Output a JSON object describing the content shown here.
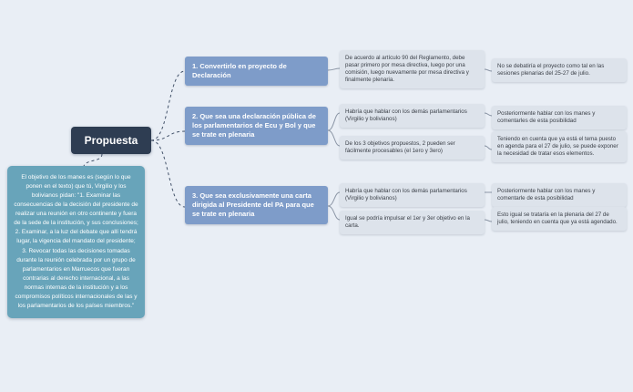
{
  "root": {
    "label": "Propuesta"
  },
  "note": {
    "text": "El objetivo de los manes es (según lo que ponen en el texto) que tú, Virgilio y los bolivianos pidan: \"1. Examinar las consecuencias de la decisión del presidente de realizar una reunión en otro continente y fuera de la sede de la institución, y sus conclusiones;\n2. Examinar, a la luz del debate que allí tendrá lugar, la vigencia del mandato del presidente;\n3. Revocar todas las decisiones tomadas durante la reunión celebrada por un grupo de parlamentarios en Marruecos que fueran contrarias al derecho internacional, a las normas internas de la institución y a los compromisos políticos internacionales de las y los parlamentarios de los países miembros.\""
  },
  "branches": [
    {
      "label": "1. Convertirlo en proyecto de Declaración",
      "children": [
        {
          "text": "De acuerdo al artículo 90 del Reglamento, debe pasar primero por mesa directiva, luego por una comisión, luego nuevamente por mesa directiva y finalmente plenaria.",
          "children": [
            {
              "text": "No se debatiría el proyecto como tal en las sesiones plenarias del 25-27 de julio."
            }
          ]
        }
      ]
    },
    {
      "label": "2. Que sea una declaración pública de los parlamentarios de Ecu y Bol y que se trate en plenaria",
      "children": [
        {
          "text": "Habría que hablar con los demás parlamentarios (Virgilio y bolivianos)",
          "children": [
            {
              "text": "Posteriormente hablar con los manes y comentarles de esta posibilidad"
            }
          ]
        },
        {
          "text": "De los 3 objetivos propuestos, 2 pueden ser fácilmente procesables (el 1ero y 3ero)",
          "children": [
            {
              "text": "Teniendo en cuenta que ya está el tema puesto en agenda para el 27 de julio, se puede exponer la necesidad de tratar esos elementos."
            }
          ]
        }
      ]
    },
    {
      "label": "3. Que sea exclusivamente una carta dirigida al Presidente del PA para que se trate en plenaria",
      "children": [
        {
          "text": "Habría que hablar con los demás parlamentarios (Virgilio y bolivianos)",
          "children": [
            {
              "text": "Posteriormente hablar con los manes y comentarle de esta posibilidad"
            }
          ]
        },
        {
          "text": "Igual se podría impulsar el 1er y 3er objetivo en la carta.",
          "children": [
            {
              "text": "Esto igual se trataría en la plenaria del 27 de julio, teniendo en cuenta que ya está agendado."
            }
          ]
        }
      ]
    }
  ],
  "colors": {
    "background": "#e9eef5",
    "root_node": "#2e3d52",
    "branch_node": "#7e9cc9",
    "note_node": "#68a4ba",
    "leaf_node": "#dde3eb",
    "dashed_connector": "#44536a",
    "solid_connector": "#8b95a5"
  }
}
